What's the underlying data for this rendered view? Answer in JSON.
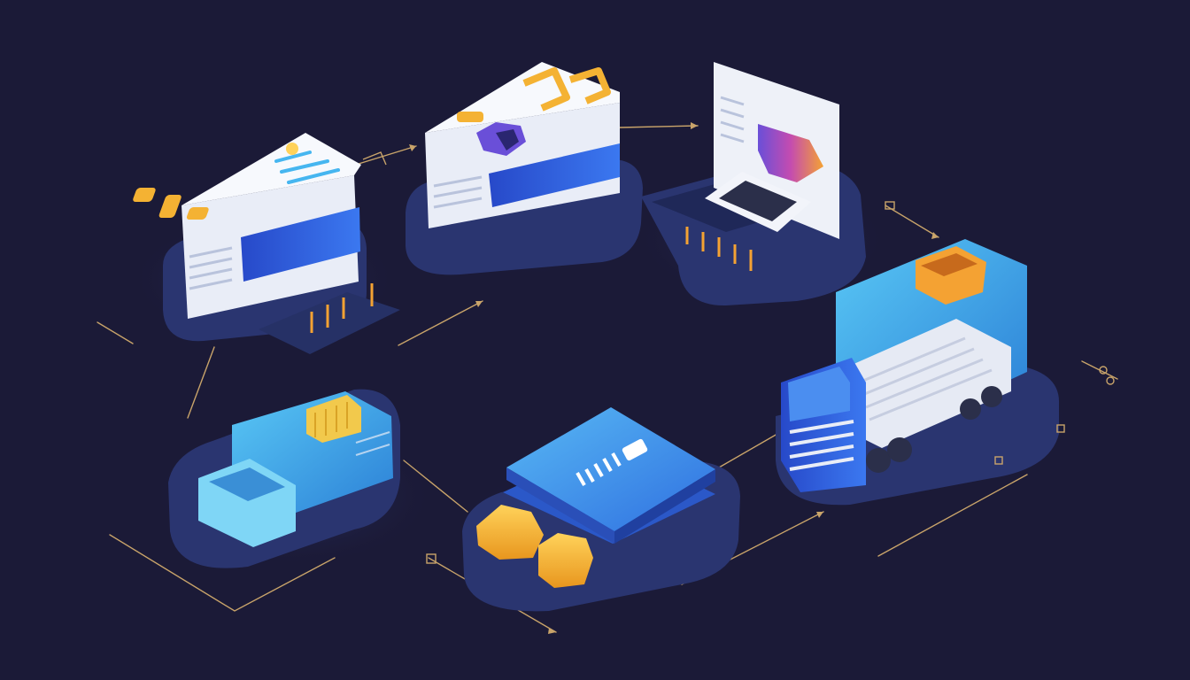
{
  "diagram": {
    "theme": {
      "background": "#1b1a37",
      "platform": "#2a3570",
      "platform_edge": "#34418a",
      "accent_blue": "#2f5fe0",
      "accent_cyan": "#46b6f0",
      "accent_gold": "#f4b233",
      "panel_white": "#eef1f8",
      "connector": "#c9a46a"
    },
    "nodes": [
      {
        "id": "server-left",
        "kind": "server-box",
        "icon": "server-icon"
      },
      {
        "id": "server-center",
        "kind": "server-box",
        "icon": "server-icon"
      },
      {
        "id": "laptop",
        "kind": "laptop-dashboard",
        "icon": "laptop-icon"
      },
      {
        "id": "delivery-truck",
        "kind": "truck",
        "icon": "truck-icon"
      },
      {
        "id": "storage-bin",
        "kind": "storage",
        "icon": "box-icon"
      },
      {
        "id": "data-pad",
        "kind": "device",
        "icon": "tablet-icon"
      }
    ],
    "edges": [
      {
        "from": "server-left",
        "to": "server-center"
      },
      {
        "from": "server-center",
        "to": "laptop"
      },
      {
        "from": "laptop",
        "to": "delivery-truck"
      },
      {
        "from": "delivery-truck",
        "to": "data-pad"
      },
      {
        "from": "data-pad",
        "to": "storage-bin"
      },
      {
        "from": "storage-bin",
        "to": "server-left"
      }
    ]
  }
}
